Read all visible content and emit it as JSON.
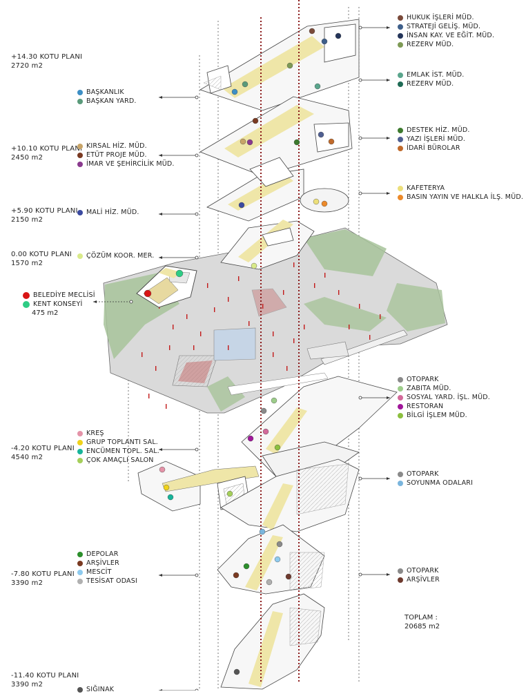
{
  "levels": [
    {
      "id": "l1430",
      "elevation": "+14.30 KOTU PLANI",
      "area": "2720 m2"
    },
    {
      "id": "l1010",
      "elevation": "+10.10 KOTU PLANI",
      "area": "2450 m2"
    },
    {
      "id": "l590",
      "elevation": "+5.90 KOTU PLANI",
      "area": "2150 m2"
    },
    {
      "id": "l000",
      "elevation": "0.00 KOTU PLANI",
      "area": "1570 m2"
    },
    {
      "id": "lm420",
      "elevation": "-4.20 KOTU PLANI",
      "area": "4540 m2"
    },
    {
      "id": "lm780",
      "elevation": "-7.80 KOTU PLANI",
      "area": "3390 m2"
    },
    {
      "id": "lm1140",
      "elevation": "-11.40 KOTU PLANI",
      "area": "3390 m2"
    }
  ],
  "legends": {
    "r1": {
      "items": [
        {
          "label": "HUKUK İŞLERİ MÜD.",
          "color": "#7a4a3a"
        },
        {
          "label": "STRATEJİ GELİŞ. MÜD.",
          "color": "#3e5f8a"
        },
        {
          "label": "İNSAN KAY. VE EĞİT. MÜD.",
          "color": "#24355a"
        },
        {
          "label": "REZERV MÜD.",
          "color": "#7e9a55"
        }
      ]
    },
    "r2": {
      "items": [
        {
          "label": "EMLAK İST. MÜD.",
          "color": "#5aa58c"
        },
        {
          "label": "REZERV MÜD.",
          "color": "#1f6b55"
        }
      ]
    },
    "r3": {
      "items": [
        {
          "label": "DESTEK HİZ. MÜD.",
          "color": "#3d7a2e"
        },
        {
          "label": "YAZI İŞLERİ MÜD.",
          "color": "#4f5f92"
        },
        {
          "label": "İDARİ BÜROLAR",
          "color": "#c06a2b"
        }
      ]
    },
    "r4": {
      "items": [
        {
          "label": "KAFETERYA",
          "color": "#ecdf7a"
        },
        {
          "label": "BASIN YAYIN VE HALKLA İLŞ. MÜD.",
          "color": "#ec8a2a"
        }
      ]
    },
    "r5": {
      "items": [
        {
          "label": "OTOPARK",
          "color": "#8a8a8a"
        },
        {
          "label": "ZABITA MÜD.",
          "color": "#9dcd8a"
        },
        {
          "label": "SOSYAL YARD. İŞL. MÜD.",
          "color": "#d36a9a"
        },
        {
          "label": "RESTORAN",
          "color": "#a0169a"
        },
        {
          "label": "BİLGİ İŞLEM MÜD.",
          "color": "#8cbf3f"
        }
      ]
    },
    "r6": {
      "items": [
        {
          "label": "OTOPARK",
          "color": "#8a8a8a"
        },
        {
          "label": "SOYUNMA ODALARI",
          "color": "#7ab5dd"
        }
      ]
    },
    "r7": {
      "items": [
        {
          "label": "OTOPARK",
          "color": "#8a8a8a"
        },
        {
          "label": "ARŞİVLER",
          "color": "#6e3a2e"
        }
      ]
    },
    "l1": {
      "items": [
        {
          "label": "BAŞKANLIK",
          "color": "#3d8fc5"
        },
        {
          "label": "BAŞKAN YARD.",
          "color": "#5a9a7a"
        }
      ]
    },
    "l2": {
      "items": [
        {
          "label": "KIRSAL HİZ. MÜD.",
          "color": "#c8a468"
        },
        {
          "label": "ETÜT PROJE MÜD.",
          "color": "#7a3a22"
        },
        {
          "label": "İMAR VE ŞEHİRCİLİK MÜD.",
          "color": "#8a3a8e"
        }
      ]
    },
    "l3": {
      "items": [
        {
          "label": "MALİ HİZ. MÜD.",
          "color": "#3b4aa0"
        }
      ]
    },
    "l4": {
      "items": [
        {
          "label": "ÇÖZÜM KOOR. MER.",
          "color": "#d9ea8a"
        }
      ]
    },
    "l5": {
      "items": [
        {
          "label": "BELEDİYE MECLİSİ",
          "color": "#d81515"
        },
        {
          "label": "KENT KONSEYİ",
          "color": "#2ecc84"
        }
      ],
      "area": "475 m2"
    },
    "l6": {
      "items": [
        {
          "label": "KREŞ",
          "color": "#e493a8"
        },
        {
          "label": "GRUP TOPLANTI SAL.",
          "color": "#f0d21a"
        },
        {
          "label": "ENCÜMEN TOPL. SAL.",
          "color": "#17b49a"
        },
        {
          "label": "ÇOK AMAÇLI SALON",
          "color": "#a5cf5a"
        }
      ]
    },
    "l7": {
      "items": [
        {
          "label": "DEPOLAR",
          "color": "#2c8f2c"
        },
        {
          "label": "ARŞİVLER",
          "color": "#7a3a22"
        },
        {
          "label": "MESCİT",
          "color": "#8ecbef"
        },
        {
          "label": "TESİSAT ODASI",
          "color": "#b0b0b0"
        }
      ]
    },
    "l8": {
      "items": [
        {
          "label": "SIĞINAK",
          "color": "#555555"
        }
      ]
    }
  },
  "total": {
    "label": "TOPLAM :",
    "value": "20685 m2"
  },
  "colors": {
    "corridor": "#efe6a8",
    "site_green": "#a9c79a",
    "site_grey": "#dcdcdc",
    "core": "#8b1a1a",
    "line": "#333333"
  }
}
